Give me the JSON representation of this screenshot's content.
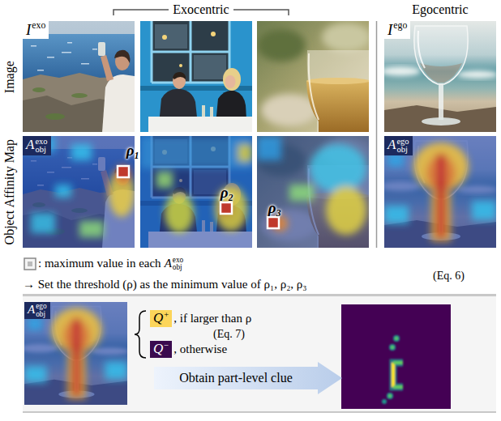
{
  "diagram": {
    "nodes": [
      {
        "text": [
          "Q",
          "+"
        ]
      },
      {
        "text": [
          "Q",
          "−"
        ]
      },
      {
        "text": [
          "Obtain part-level clue"
        ]
      }
    ],
    "labels": [
      "Exocentric",
      "Egocentric",
      "Image",
      "Object Affinity Map",
      "I",
      "exo",
      "I",
      "ego",
      "A",
      "exo",
      "obj",
      "A",
      "ego",
      "obj",
      "ρ₁",
      "ρ₂",
      "ρ₃",
      ": maximum value in each",
      "A",
      "exo",
      "obj",
      "(Eq. 6)",
      "→ Set the threshold (ρ) as the minimum value of ρ₁, ρ₂, ρ₃",
      "A",
      "ego",
      "obj",
      ", if larger than ρ",
      "(Eq. 7)",
      ", otherwise"
    ]
  }
}
